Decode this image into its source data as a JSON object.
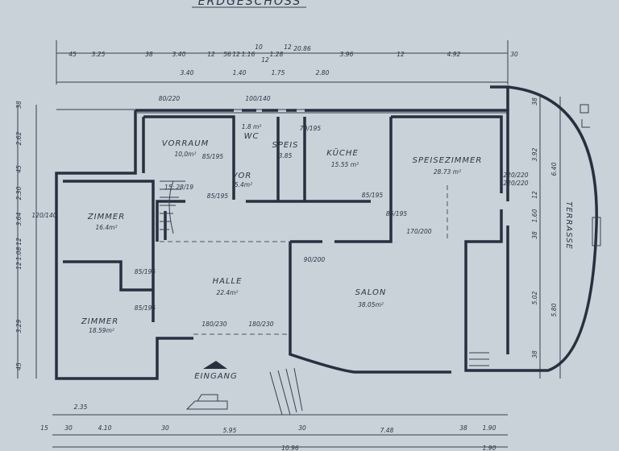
{
  "title": "ERDGESCHOSS",
  "rooms": [
    {
      "name": "VORRAUM",
      "area": "10,0m²"
    },
    {
      "name": "WC",
      "area": "1.8 m²"
    },
    {
      "name": "SPEIS",
      "area": "3.85"
    },
    {
      "name": "KÜCHE",
      "area": "15.55 m²"
    },
    {
      "name": "SPEISEZIMMER",
      "area": "28.73 m²"
    },
    {
      "name": "VOR",
      "area": "5.4m²"
    },
    {
      "name": "ZIMMER",
      "area": "16.4m²"
    },
    {
      "name": "HALLE",
      "area": "22.4m²"
    },
    {
      "name": "SALON",
      "area": "38.05m²"
    },
    {
      "name": "ZIMMER",
      "area": "18.59m²"
    }
  ],
  "labels": {
    "entrance": "EINGANG",
    "terrace": "TERRASSE",
    "stair": "15: 28/19"
  },
  "dims": {
    "total_top": "20.86",
    "top_row": [
      "45",
      "3.25",
      "38",
      "3.40",
      "12",
      "56",
      "12",
      "1.16",
      "10",
      "12",
      "1.28",
      "12",
      "3.96",
      "12",
      "4.92",
      "30"
    ],
    "top_row2": [
      "3.40",
      "1.40",
      "1.75",
      "2.80"
    ],
    "bottom_row1": [
      "2.35"
    ],
    "bottom_row2": [
      "15",
      "30",
      "4.10",
      "30",
      "5.95",
      "30",
      "7.48",
      "38",
      "1.90"
    ],
    "bottom_row3": [
      "10.96",
      "1.90"
    ],
    "left": [
      "38",
      "2.62",
      "45",
      "2.30",
      "3.64",
      "12",
      "1.08",
      "12",
      "3.29",
      "45"
    ],
    "right": [
      "38",
      "3.92",
      "6.40",
      "12",
      "1.60",
      "38",
      "5.02",
      "5.80",
      "38"
    ],
    "openings": [
      "85/195",
      "85/195",
      "85/195",
      "85/195",
      "85/195",
      "85/195",
      "70/195",
      "220/220",
      "220/220",
      "120/140",
      "80/220",
      "100/140",
      "180/230",
      "180/230",
      "90/200",
      "170/200"
    ]
  }
}
